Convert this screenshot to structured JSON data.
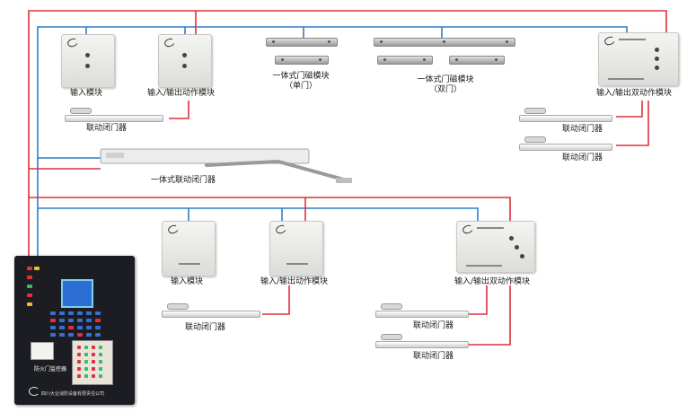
{
  "colors": {
    "wire_red": "#e0303a",
    "wire_blue": "#2e7dc6",
    "panel_dark": "#1c1d22"
  },
  "labels": {
    "input_module_top": "输入模块",
    "io_module_top": "输入/输出动作模块",
    "closer_top_left": "联动闭门器",
    "maglock_single": "一体式门磁模块\n（单门）",
    "maglock_double": "一体式门磁模块\n（双门）",
    "dual_io_top": "输入/输出双动作模块",
    "closer_right_1": "联动闭门器",
    "closer_right_2": "联动闭门器",
    "integrated_closer": "一体式联动闭门器",
    "input_module_bottom": "输入模块",
    "io_module_bottom": "输入/输出动作模块",
    "closer_bottom_mid": "联动闭门器",
    "dual_io_bottom": "输入/输出双动作模块",
    "closer_bottom_right_1": "联动闭门器",
    "closer_bottom_right_2": "联动闭门器"
  },
  "panel": {
    "name": "防火门监控器",
    "footer": "四川大业消防设备有限责任公司"
  }
}
